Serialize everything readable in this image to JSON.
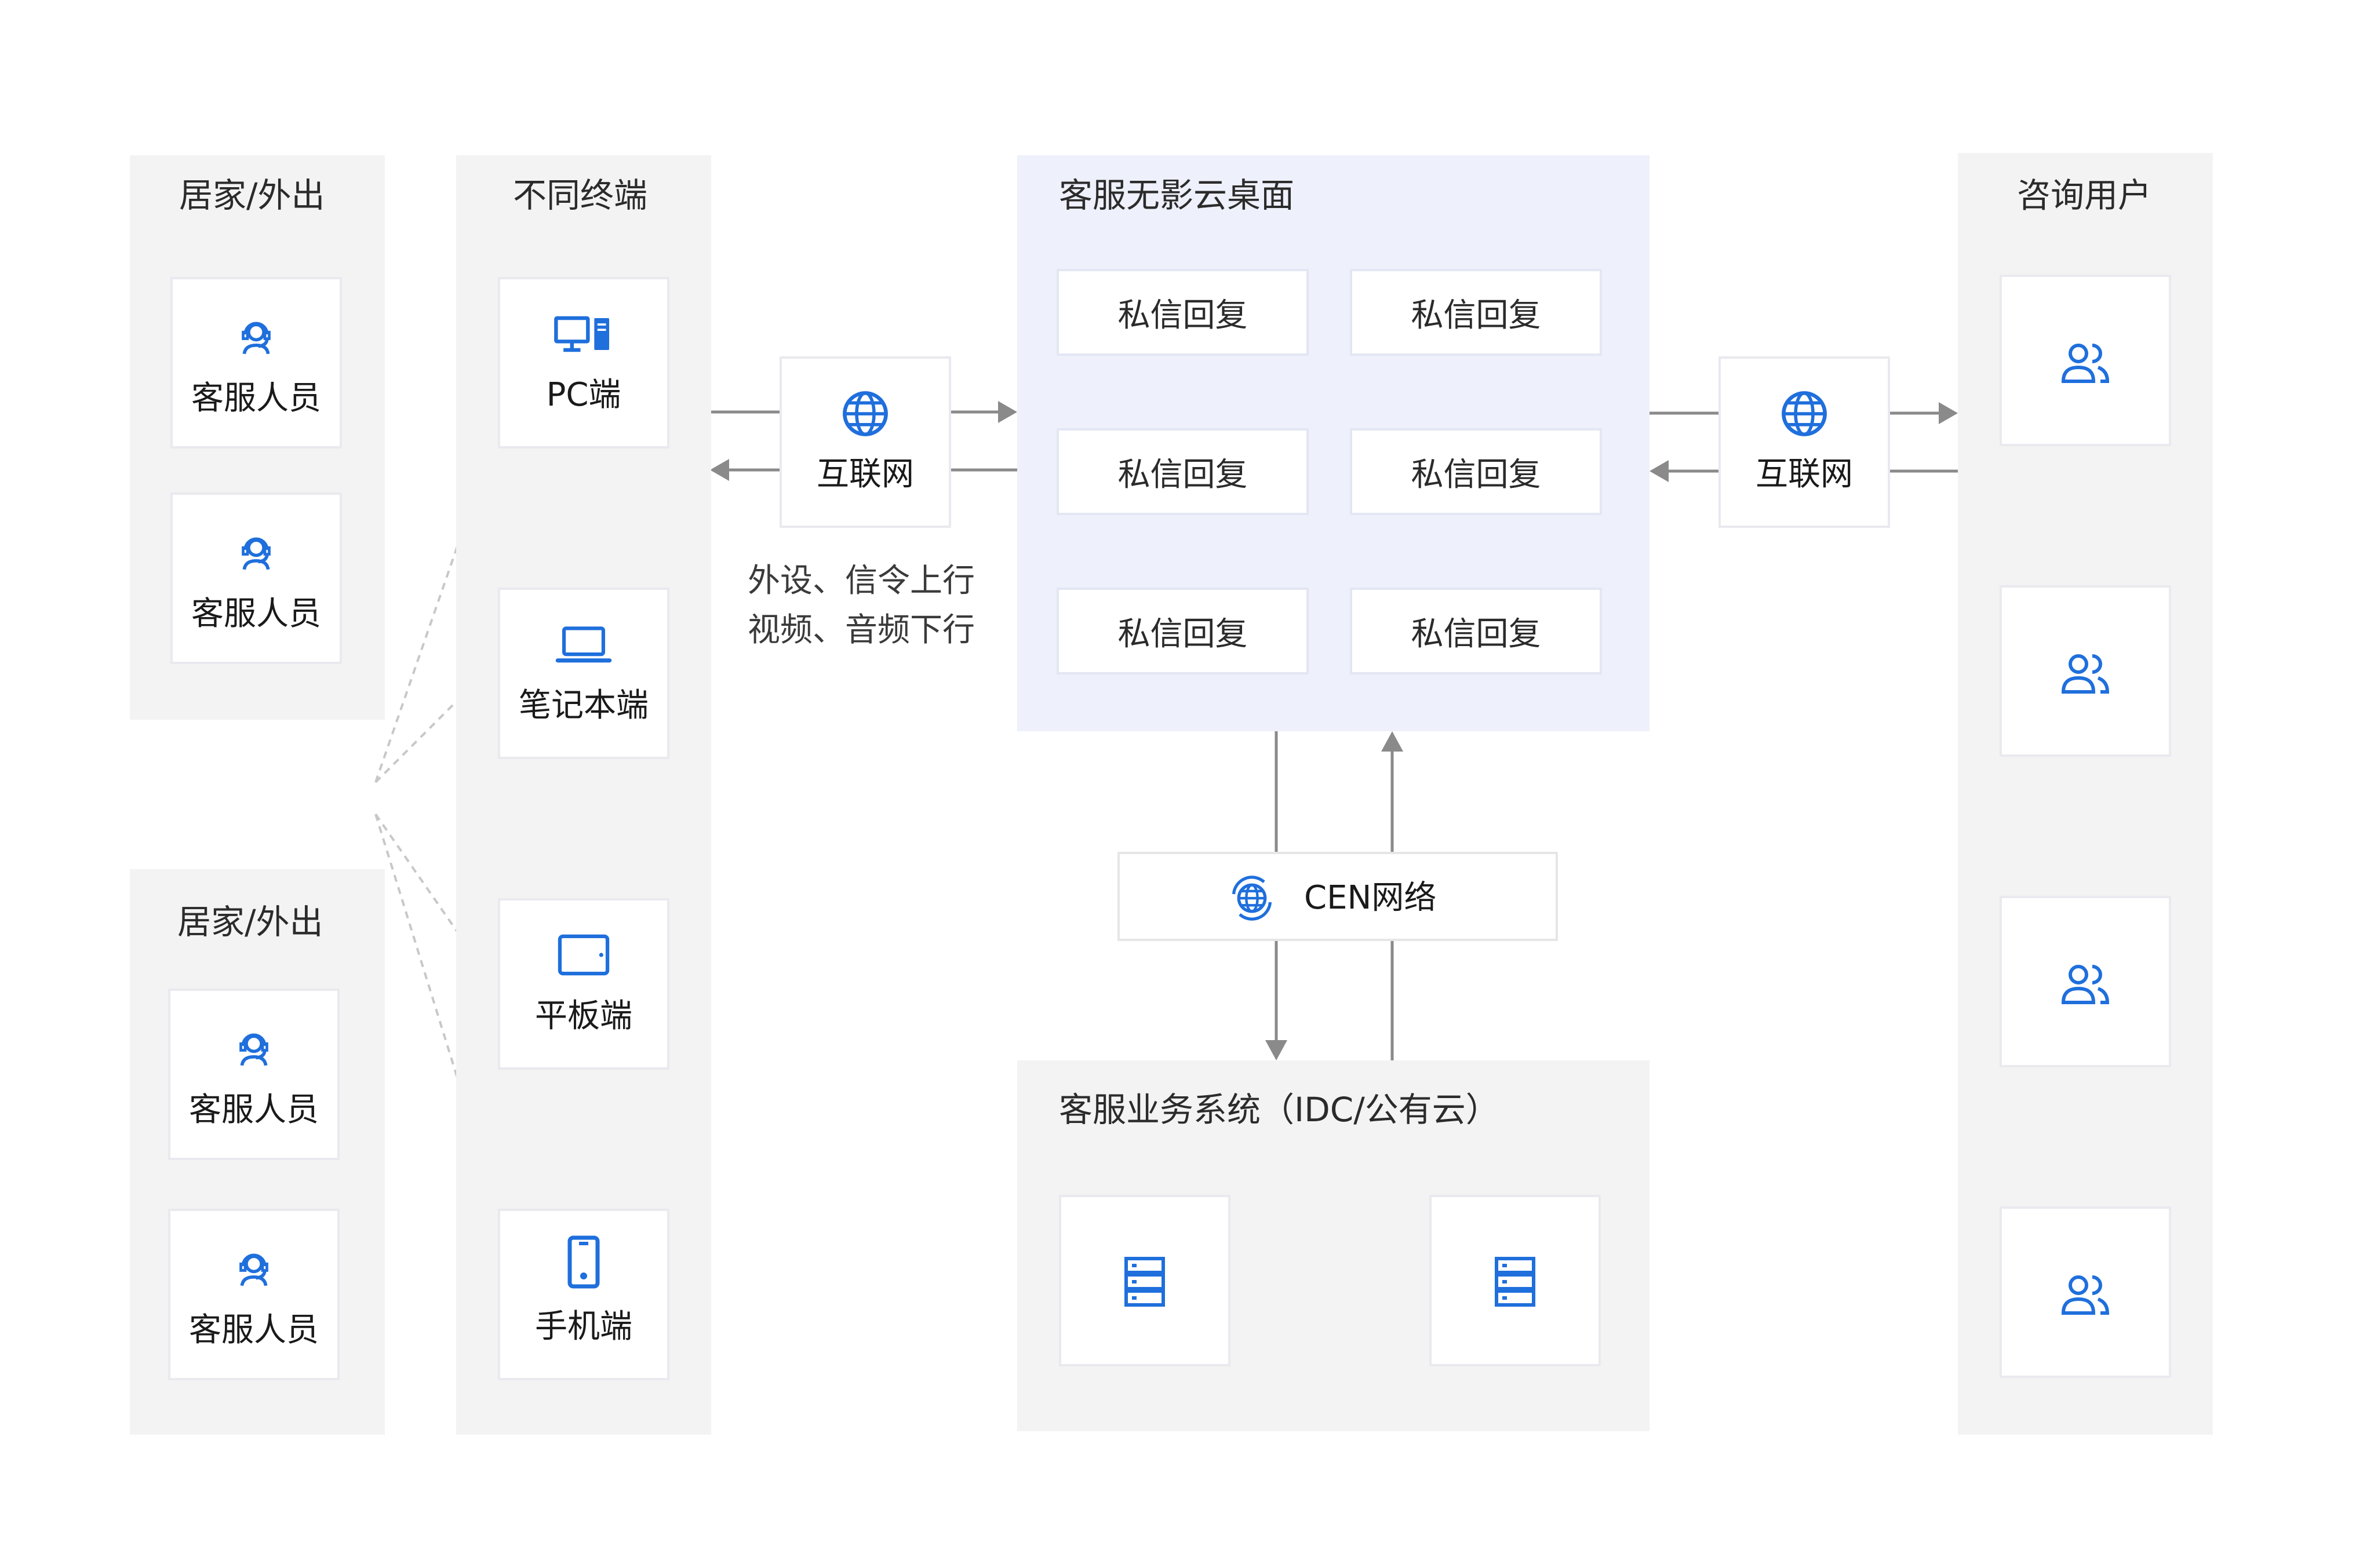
{
  "diagram": {
    "agents_top": {
      "title": "居家/外出",
      "items": [
        "客服人员",
        "客服人员"
      ]
    },
    "agents_bottom": {
      "title": "居家/外出",
      "items": [
        "客服人员",
        "客服人员"
      ]
    },
    "terminals": {
      "title": "不同终端",
      "items": [
        "PC端",
        "笔记本端",
        "平板端",
        "手机端"
      ]
    },
    "internet_left": {
      "label": "互联网"
    },
    "internet_right": {
      "label": "互联网"
    },
    "flow_note": {
      "line1": "外设、信令上行",
      "line2": "视频、音频下行"
    },
    "desktop": {
      "title": "客服无影云桌面",
      "replies": [
        "私信回复",
        "私信回复",
        "私信回复",
        "私信回复",
        "私信回复",
        "私信回复"
      ]
    },
    "cen": {
      "label": "CEN网络"
    },
    "business": {
      "title": "客服业务系统（IDC/公有云）"
    },
    "customers": {
      "title": "咨询用户"
    },
    "colors": {
      "accent": "#1f6fdc",
      "panel": "#f3f3f3",
      "desktop_panel": "#eef0fb",
      "arrow": "#8a8a8a"
    },
    "icons": [
      "agent-icon",
      "pc-icon",
      "laptop-icon",
      "tablet-icon",
      "phone-icon",
      "globe-icon",
      "cen-globe-icon",
      "server-icon",
      "users-icon"
    ]
  }
}
